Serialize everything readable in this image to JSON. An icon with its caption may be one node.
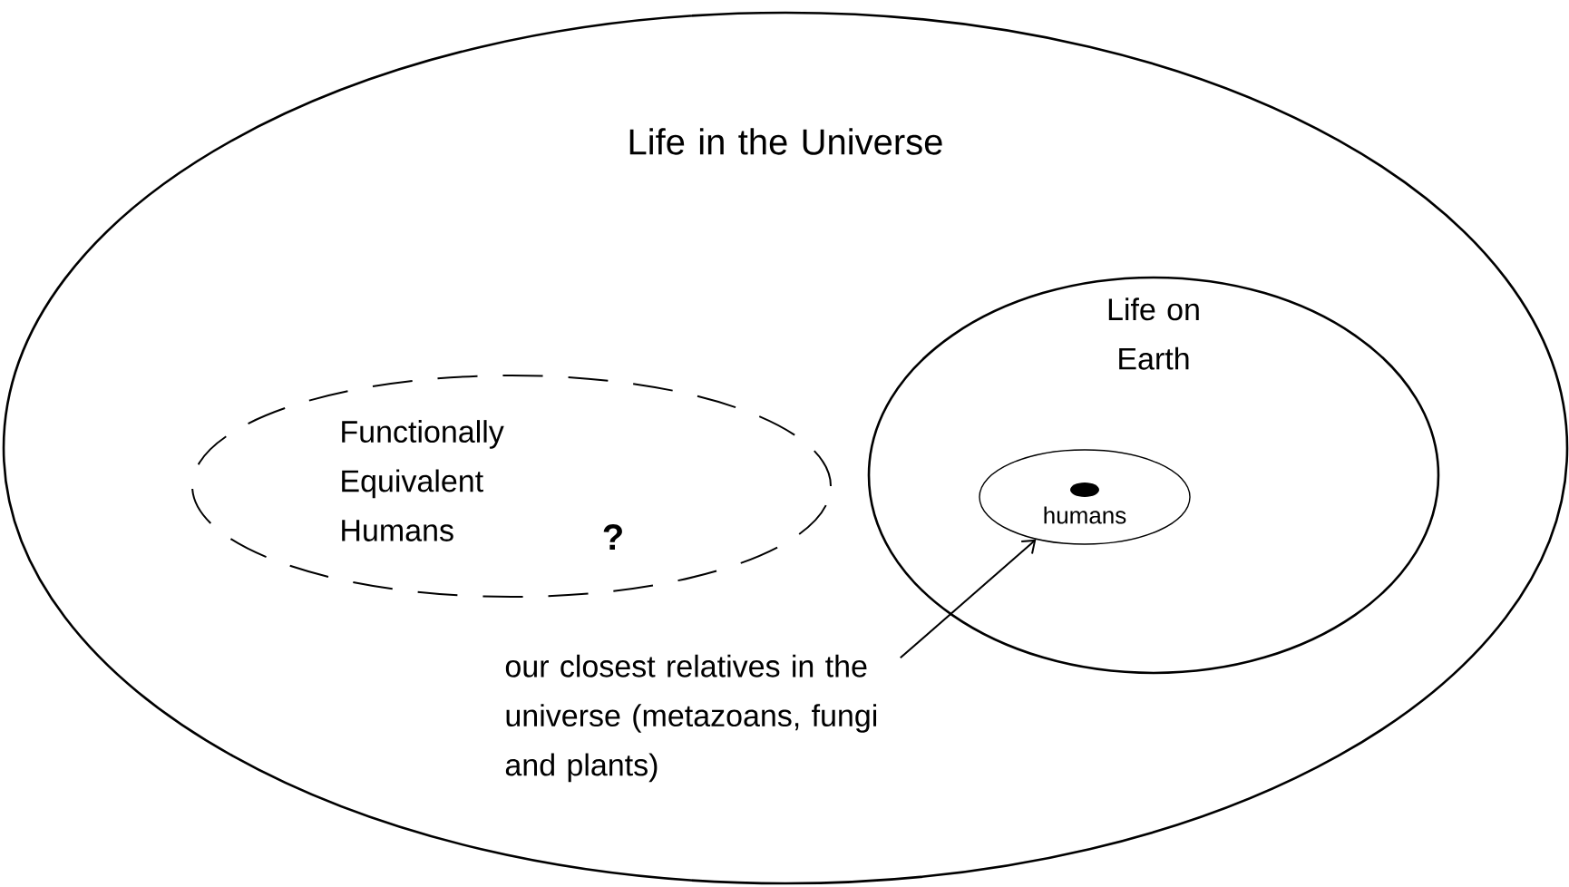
{
  "diagram": {
    "nodes": [
      {
        "text": [
          "Life in the Universe"
        ]
      },
      {
        "text": [
          "Functionally Equivalent Humans",
          "?"
        ],
        "in": 0
      },
      {
        "text": [
          "Life on Earth"
        ],
        "in": 0
      },
      {
        "text": [
          "humans"
        ],
        "in": 2
      },
      {
        "text": [
          "our closest relatives in the universe (metazoans, fungi and plants)"
        ],
        "in": 0
      }
    ],
    "edges": [
      {
        "from": 4,
        "to": 3,
        "arrow": "to"
      }
    ]
  }
}
